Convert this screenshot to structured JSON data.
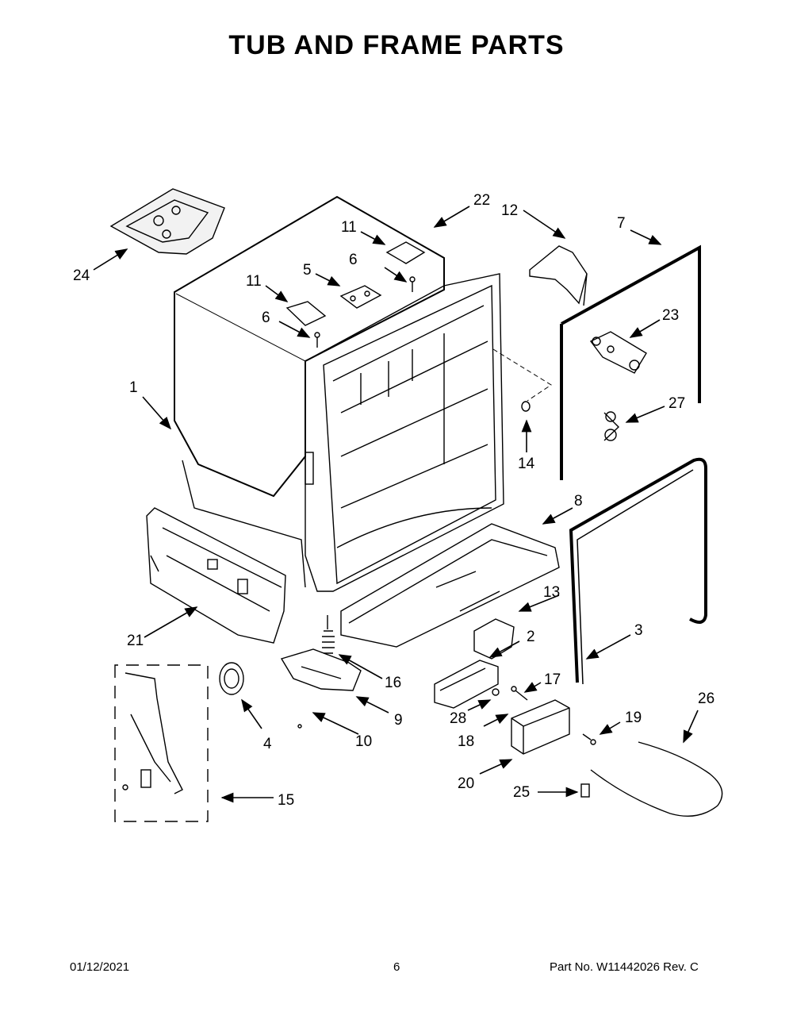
{
  "title": "TUB AND FRAME PARTS",
  "callouts": {
    "c1": "1",
    "c2": "2",
    "c3": "3",
    "c4": "4",
    "c5": "5",
    "c6a": "6",
    "c6b": "6",
    "c7": "7",
    "c8": "8",
    "c9": "9",
    "c10": "10",
    "c11a": "11",
    "c11b": "11",
    "c12": "12",
    "c13": "13",
    "c14": "14",
    "c15": "15",
    "c16": "16",
    "c17": "17",
    "c18": "18",
    "c19": "19",
    "c20": "20",
    "c21": "21",
    "c22": "22",
    "c23": "23",
    "c24": "24",
    "c25": "25",
    "c26": "26",
    "c27": "27",
    "c28": "28"
  },
  "footer": {
    "date": "01/12/2021",
    "page": "6",
    "part": "Part No.  W11442026  Rev.  C"
  }
}
